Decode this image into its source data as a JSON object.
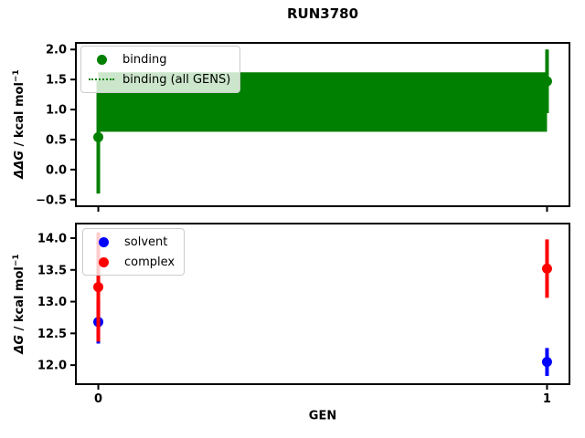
{
  "figure": {
    "title": "RUN3780",
    "xlabel": "GEN",
    "background": "#ffffff",
    "text_color": "#000000"
  },
  "chart_data": [
    {
      "type": "scatter",
      "subplot": "top",
      "ylabel": "ΔΔG / kcal mol⁻¹",
      "ylabel_parts": {
        "math": "ΔΔG",
        "rest": " / kcal mol",
        "sup": "−1"
      },
      "xlim": [
        -0.05,
        1.05
      ],
      "ylim": [
        -0.61,
        2.11
      ],
      "xticks": [
        0,
        1
      ],
      "xtick_labels": null,
      "yticks": [
        -0.5,
        0.0,
        0.5,
        1.0,
        1.5,
        2.0
      ],
      "ytick_labels": [
        "−0.5",
        "0.0",
        "0.5",
        "1.0",
        "1.5",
        "2.0"
      ],
      "x": [
        0,
        1
      ],
      "series": [
        {
          "name": "binding",
          "color": "#008000",
          "marker": "circle",
          "y": [
            0.54,
            1.47
          ],
          "yerr": [
            0.94,
            0.53
          ]
        }
      ],
      "band": {
        "name": "binding (all GENS)",
        "color": "#008000",
        "linestyle": "dotted",
        "x": [
          0,
          1
        ],
        "y_low": 0.63,
        "y_high": 1.62,
        "y_center": 1.12
      },
      "legend": {
        "position": "upper left",
        "entries": [
          "binding",
          "binding (all GENS)"
        ]
      },
      "grid": false
    },
    {
      "type": "scatter",
      "subplot": "bottom",
      "ylabel": "ΔG / kcal mol⁻¹",
      "ylabel_parts": {
        "math": "ΔG",
        "rest": " / kcal mol",
        "sup": "−1"
      },
      "xlabel": "GEN",
      "xlim": [
        -0.05,
        1.05
      ],
      "ylim": [
        11.7,
        14.23
      ],
      "xticks": [
        0,
        1
      ],
      "xtick_labels": [
        "0",
        "1"
      ],
      "yticks": [
        12.0,
        12.5,
        13.0,
        13.5,
        14.0
      ],
      "ytick_labels": [
        "12.0",
        "12.5",
        "13.0",
        "13.5",
        "14.0"
      ],
      "x": [
        0,
        1
      ],
      "series": [
        {
          "name": "solvent",
          "color": "#0000ff",
          "marker": "circle",
          "y": [
            12.68,
            12.05
          ],
          "yerr": [
            0.34,
            0.22
          ]
        },
        {
          "name": "complex",
          "color": "#ff0000",
          "marker": "circle",
          "y": [
            13.23,
            13.52
          ],
          "yerr": [
            0.86,
            0.46
          ]
        }
      ],
      "legend": {
        "position": "upper left",
        "entries": [
          "solvent",
          "complex"
        ]
      },
      "grid": false
    }
  ]
}
